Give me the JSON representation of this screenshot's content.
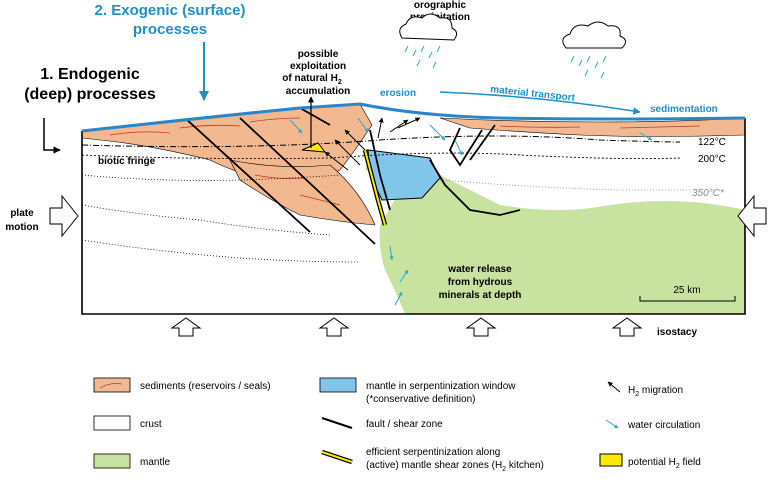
{
  "headings": {
    "exogenic_l1": "2. Exogenic (surface)",
    "exogenic_l2": "processes",
    "endogenic_l1": "1. Endogenic",
    "endogenic_l2": "(deep) processes"
  },
  "labels": {
    "orographic_l1": "orographic",
    "orographic_l2": "precipitation",
    "exploit_l1": "possible",
    "exploit_l2": "exploitation",
    "exploit_l3": "of natural H",
    "exploit_sub": "2",
    "exploit_l4": "accumulation",
    "erosion": "erosion",
    "material_transport": "material transport",
    "sedimentation": "sedimentation",
    "biotic_fringe": "biotic fringe",
    "temp_122": "122°C",
    "temp_200": "200°C",
    "temp_350": "350°C*",
    "plate_l1": "plate",
    "plate_l2": "motion",
    "water_l1": "water release",
    "water_l2": "from hydrous",
    "water_l3": "minerals at depth",
    "scale": "25 km",
    "isostacy": "isostacy"
  },
  "legend": {
    "sediments": "sediments (reservoirs / seals)",
    "crust": "crust",
    "mantle": "mantle",
    "serp_window_l1": "mantle in serpentinization window",
    "serp_window_l2": "(*conservative definition)",
    "fault": "fault / shear zone",
    "efficient_l1": "efficient serpentinization along",
    "efficient_l2": "(active) mantle shear zones (H",
    "efficient_sub": "2",
    "efficient_l2_end": " kitchen)",
    "h2_migration_pre": "H",
    "h2_migration_sub": "2",
    "h2_migration_post": " migration",
    "water_circulation": "water circulation",
    "h2_field_pre": "potential H",
    "h2_field_sub": "2",
    "h2_field_post": " field"
  },
  "colors": {
    "sediment": "#f2b890",
    "mantle": "#c8e3a0",
    "serp_window": "#7fc6ea",
    "surface_line": "#2a86c8",
    "h2_field": "#ffe800",
    "heading_blue": "#1f8fc8",
    "water_arrow": "#2aa8c8"
  }
}
